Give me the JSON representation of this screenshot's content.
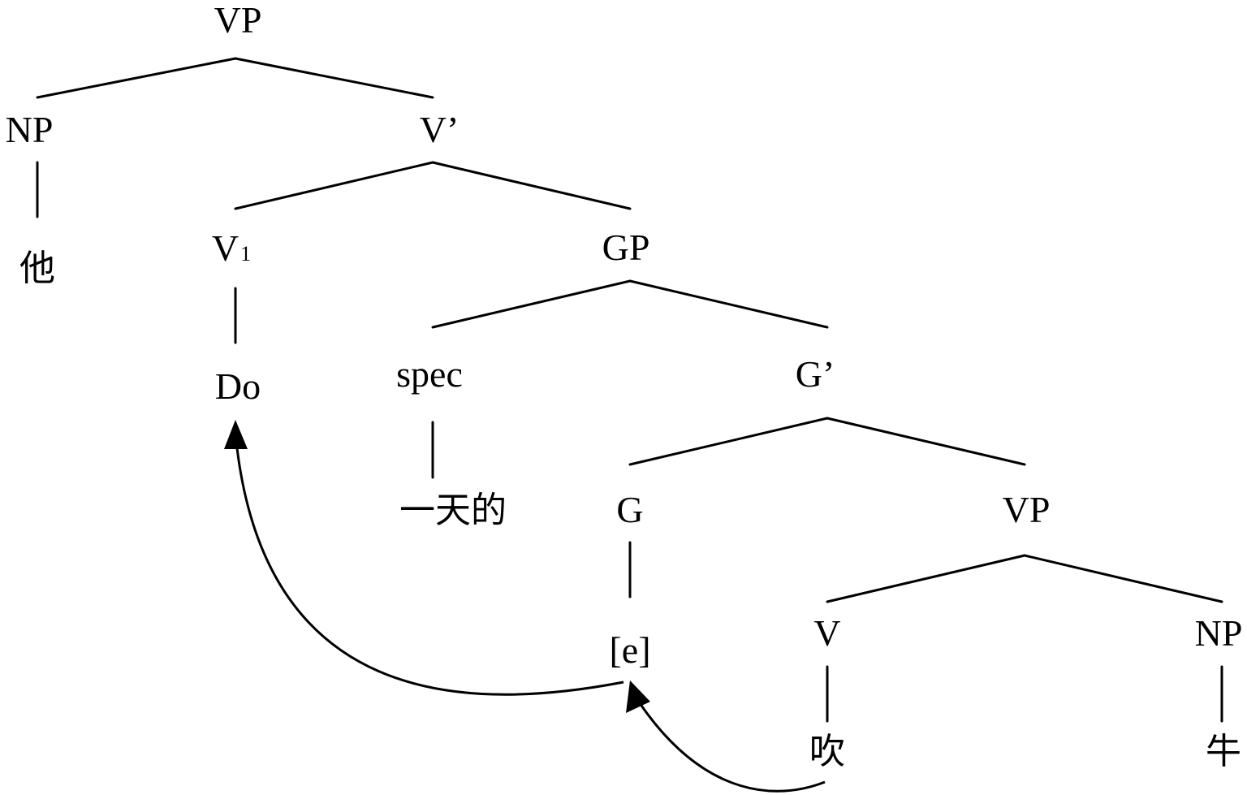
{
  "nodes": {
    "vp_root": "VP",
    "np_subj": "NP",
    "ta": "他",
    "v_bar": "V’",
    "v1_main": "V",
    "v1_sub": "1",
    "do": "Do",
    "gp": "GP",
    "spec": "spec",
    "yitiande": "一天的",
    "g_bar": "G’",
    "g": "G",
    "e_trace": "[e]",
    "vp_low": "VP",
    "v_low": "V",
    "np_obj": "NP",
    "chui": "吹",
    "niu": "牛"
  },
  "movements": [
    {
      "from": "chui",
      "to": "e_trace"
    },
    {
      "from": "e_trace",
      "to": "do"
    }
  ]
}
